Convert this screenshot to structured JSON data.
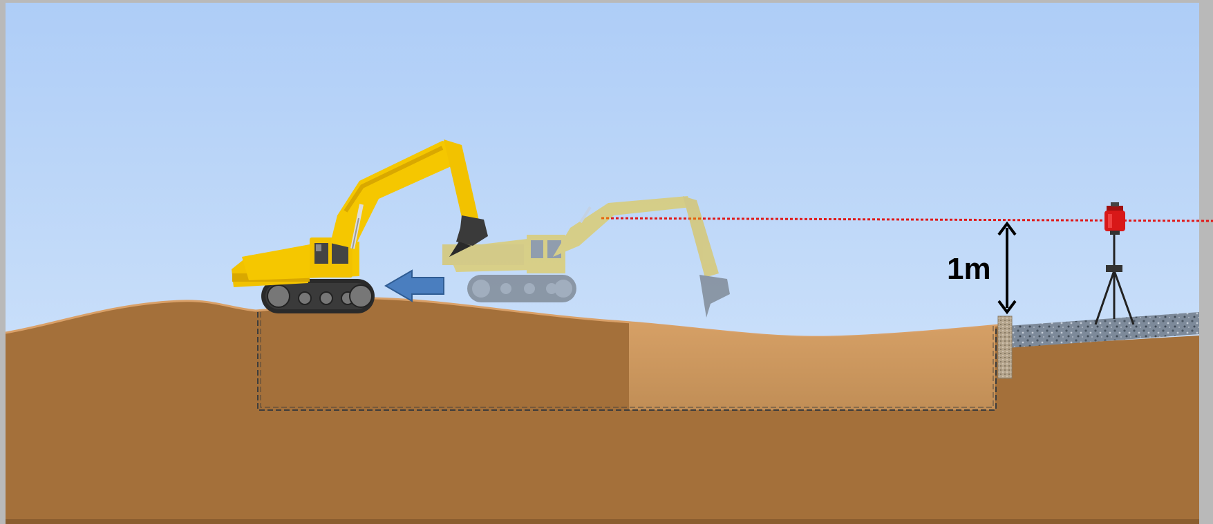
{
  "diagram": {
    "height_annotation": "1m",
    "colors": {
      "sky_top": "#aecdf7",
      "sky_bottom": "#d4e6fb",
      "ground": "#a4703a",
      "excavated_fill": "#c9955c",
      "laser_line": "#e01818",
      "laser_unit": "#d81818",
      "excavator_yellow": "#f2c200",
      "track_dark": "#2a2a2a",
      "arrow_blue": "#4a7ebf",
      "gravel": "#6a7a8c",
      "frame": "#b9b9b9"
    },
    "elements": [
      {
        "name": "excavator-current",
        "icon": "excavator-icon"
      },
      {
        "name": "excavator-previous-ghost",
        "icon": "excavator-icon"
      },
      {
        "name": "direction-arrow",
        "icon": "arrow-left-icon"
      },
      {
        "name": "rotating-laser-level",
        "icon": "laser-level-icon"
      },
      {
        "name": "tripod",
        "icon": "tripod-icon"
      },
      {
        "name": "grade-stake",
        "icon": "stake-icon"
      },
      {
        "name": "excavation-outline",
        "icon": "dashed-rectangle"
      }
    ]
  }
}
